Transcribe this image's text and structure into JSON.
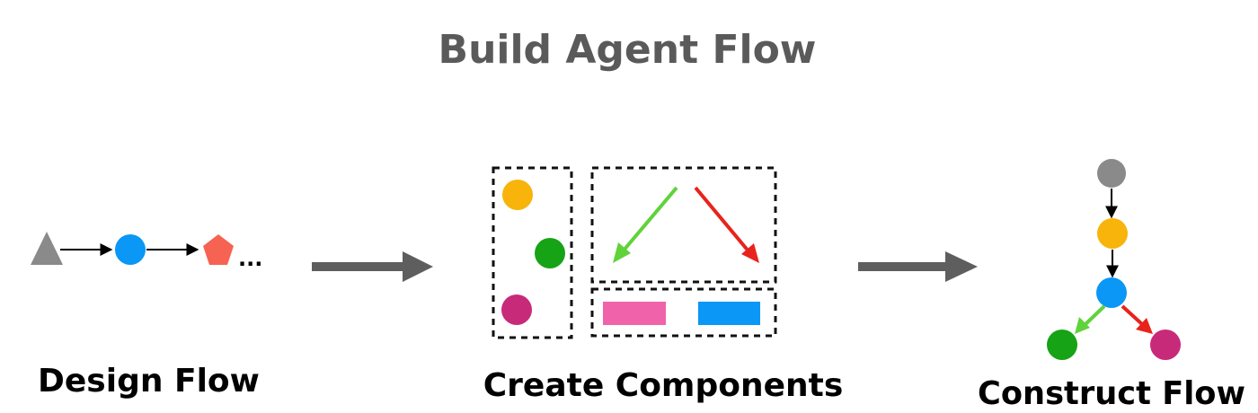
{
  "title": "Build Agent Flow",
  "stages": [
    {
      "label": "Design Flow"
    },
    {
      "label": "Create Components"
    },
    {
      "label": "Construct Flow"
    }
  ],
  "design_flow": {
    "ellipsis": "..."
  },
  "colors": {
    "title": "#5a5a5a",
    "label": "#000000",
    "gray_shape": "#8a8a8a",
    "blue": "#0a97f5",
    "orange_pentagon": "#f66353",
    "yellow": "#f8b40b",
    "green": "#16a316",
    "magenta": "#c82a7a",
    "pink": "#f063ab",
    "green_arrow": "#5fd33a",
    "red_arrow": "#e8231b",
    "process_arrow": "#5e5e5e",
    "dash_border": "#111111"
  }
}
